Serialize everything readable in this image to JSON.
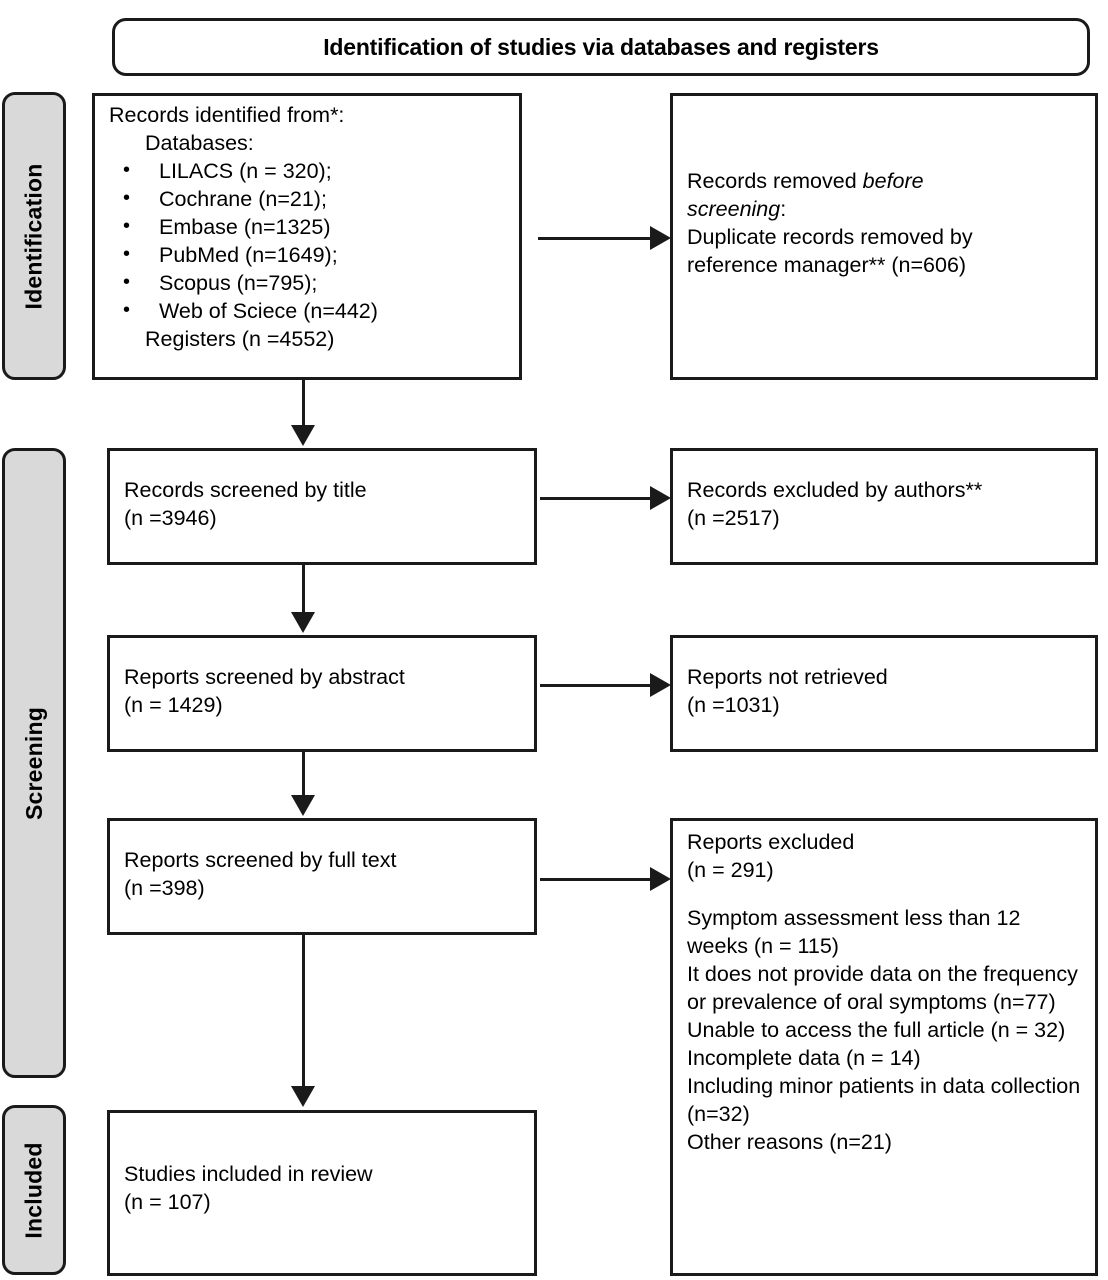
{
  "banner": {
    "title": "Identification of studies via databases and registers"
  },
  "phases": [
    {
      "label": "Identification"
    },
    {
      "label": "Screening"
    },
    {
      "label": "Included"
    }
  ],
  "identification": {
    "records_identified": {
      "heading": "Records identified from*:",
      "databases_label": "Databases:",
      "sources": [
        "LILACS (n = 320);",
        "Cochrane (n=21);",
        "Embase (n=1325)",
        "PubMed (n=1649);",
        "Scopus (n=795);",
        "Web of Sciece (n=442)"
      ],
      "registers": "Registers (n =4552)"
    },
    "records_removed": {
      "line1_prefix": "Records removed ",
      "line1_italic": "before",
      "line2_italic": "screening",
      "line2_suffix": ":",
      "line3": "Duplicate records removed by",
      "line4": "reference manager** (n=606)"
    }
  },
  "screening": {
    "screened_title": {
      "line1": "Records screened by title",
      "line2": "(n =3946)"
    },
    "excluded_authors": {
      "line1": "Records excluded by authors**",
      "line2": "(n =2517)"
    },
    "screened_abstract": {
      "line1": "Reports screened by abstract",
      "line2": "(n = 1429)"
    },
    "not_retrieved": {
      "line1": "Reports not retrieved",
      "line2": "(n =1031)"
    },
    "screened_fulltext": {
      "line1": "Reports screened by full text",
      "line2": "(n =398)"
    },
    "reports_excluded": {
      "line1": "Reports excluded",
      "line2": "(n = 291)",
      "reasons": [
        "Symptom assessment less than 12 weeks (n = 115)",
        "It does not provide data on the frequency or prevalence of oral symptoms (n=77)",
        "Unable to access the full article (n = 32)",
        "Incomplete data (n = 14)",
        "Including minor patients in data collection (n=32)",
        "Other reasons (n=21)"
      ]
    }
  },
  "included": {
    "studies_included": {
      "line1": "Studies included in review",
      "line2": "(n = 107)"
    }
  },
  "colors": {
    "stroke": "#1a1a1a",
    "phase_fill": "#d9d9d9",
    "box_fill": "#ffffff"
  }
}
